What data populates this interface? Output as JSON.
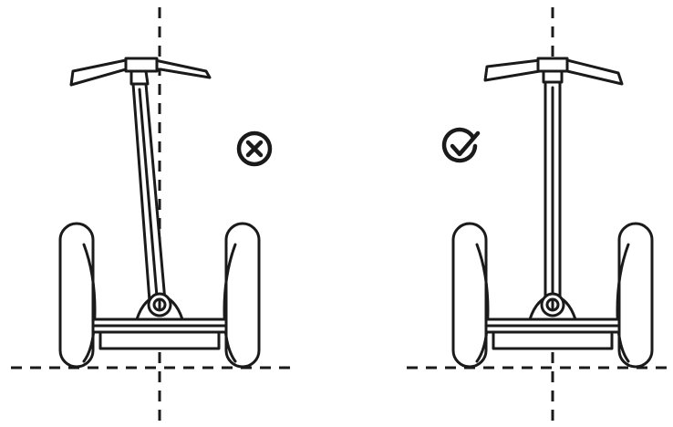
{
  "diagram": {
    "panels": [
      {
        "id": "incorrect",
        "status": "incorrect",
        "status_icon": "cross-circle-icon",
        "handlebar": "tilted"
      },
      {
        "id": "correct",
        "status": "correct",
        "status_icon": "check-circle-icon",
        "handlebar": "upright"
      }
    ],
    "colors": {
      "line": "#1a1a1a",
      "background": "#ffffff"
    }
  }
}
